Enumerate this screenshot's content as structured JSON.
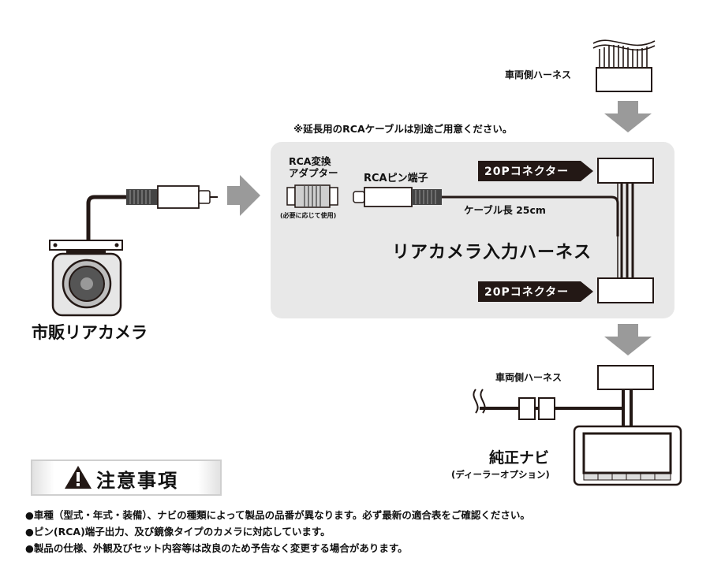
{
  "labels": {
    "vehicle_harness_top": "車両側ハーネス",
    "extension_note": "※延長用のRCAケーブルは別途ご用意ください。",
    "rca_adapter_line1": "RCA変換",
    "rca_adapter_line2": "アダプター",
    "rca_adapter_note": "(必要に応じて使用)",
    "rca_pin": "RCAピン端子",
    "connector_top": "20Pコネクター",
    "cable_length": "ケーブル長 25cm",
    "harness_title": "リアカメラ入力ハーネス",
    "connector_bottom": "20Pコネクター",
    "aftermarket_camera": "市販リアカメラ",
    "vehicle_harness_bottom": "車両側ハーネス",
    "genuine_navi": "純正ナビ",
    "dealer_option": "(ディーラーオプション)",
    "warning_title": "注意事項"
  },
  "notes": [
    "●車種（型式・年式・装備）、ナビの種類によって製品の品番が異なります。必ず最新の適合表をご確認ください。",
    "●ピン(RCA)端子出力、及び鏡像タイプのカメラに対応しています。",
    "●製品の仕様、外観及びセット内容等は改良のため予告なく変更する場合があります。"
  ],
  "colors": {
    "panel_bg": "#e8e8e8",
    "arrow_gray": "#9a9a9a",
    "label_bg": "#231815",
    "line": "#231815"
  }
}
